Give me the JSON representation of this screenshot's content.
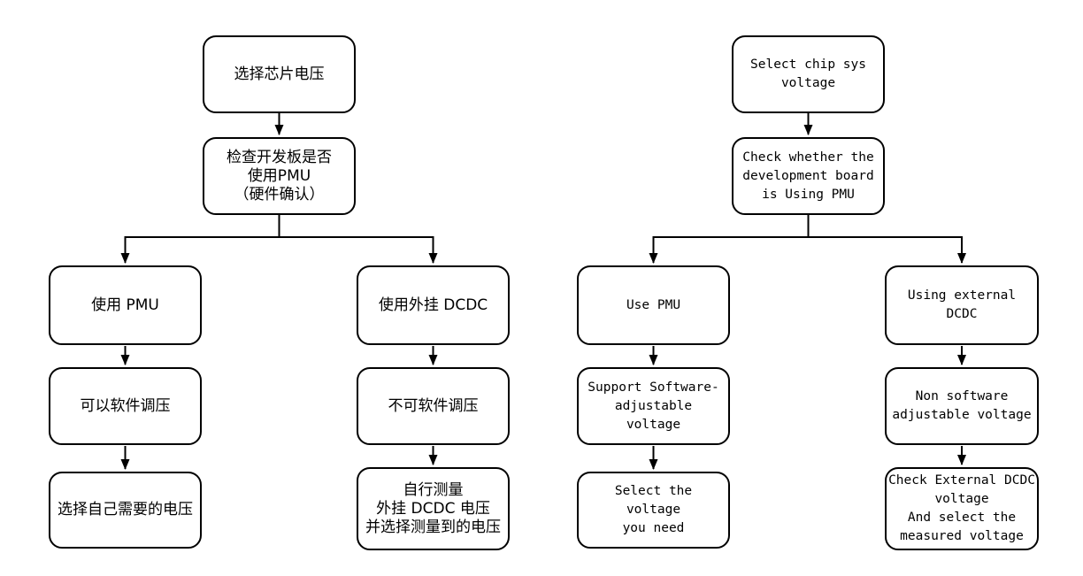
{
  "page": {
    "background_color": "#ffffff",
    "line_color": "#000000",
    "box_border_color": "#000000",
    "box_fill_color": "#ffffff"
  },
  "flowcharts": {
    "zh": {
      "nodes": {
        "start": "选择芯片电压",
        "check": "检查开发板是否\n使用PMU\n（硬件确认）",
        "use_pmu": "使用 PMU",
        "sw_adjustable": "可以软件调压",
        "select_needed": "选择自己需要的电压",
        "ext_dcdc": "使用外挂 DCDC",
        "not_sw_adjustable": "不可软件调压",
        "measure": "自行测量\n外挂 DCDC 电压\n并选择测量到的电压"
      }
    },
    "en": {
      "nodes": {
        "start": "Select chip sys\nvoltage",
        "check": "Check whether the\ndevelopment board\nis Using PMU",
        "use_pmu": "Use PMU",
        "sw_adjustable": "Support Software-\nadjustable voltage",
        "select_needed": "Select the voltage\nyou need",
        "ext_dcdc": "Using external\nDCDC",
        "not_sw_adjustable": "Non software\nadjustable voltage",
        "measure": "Check External DCDC\nvoltage\nAnd select the\nmeasured voltage"
      }
    }
  }
}
